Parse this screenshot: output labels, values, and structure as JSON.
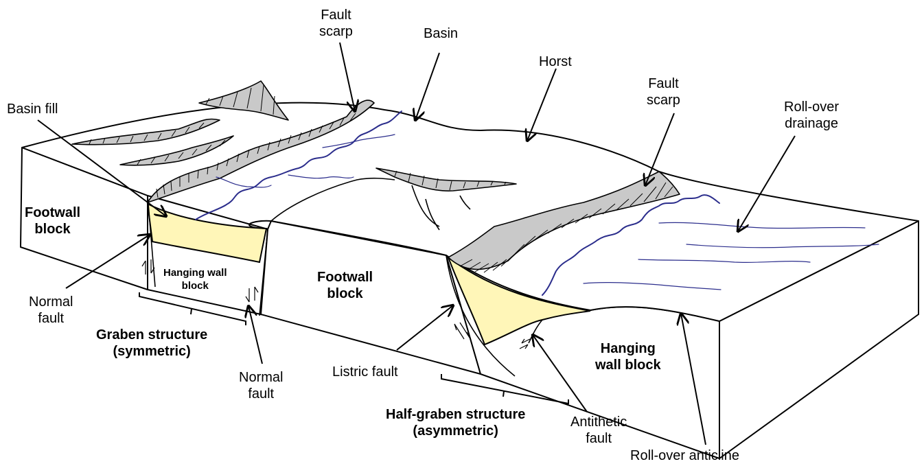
{
  "labels": {
    "fault_scarp_top": [
      "Fault",
      "scarp"
    ],
    "basin": "Basin",
    "horst": "Horst",
    "fault_scarp_right": [
      "Fault",
      "scarp"
    ],
    "basin_fill": "Basin fill",
    "rollover_drainage": [
      "Roll-over",
      "drainage"
    ],
    "footwall_left": [
      "Footwall",
      "block"
    ],
    "hanging_wall_left": [
      "Hanging wall",
      "block"
    ],
    "normal_fault_left": [
      "Normal",
      "fault"
    ],
    "graben": [
      "Graben structure",
      "(symmetric)"
    ],
    "normal_fault_bottom": [
      "Normal",
      "fault"
    ],
    "footwall_center": [
      "Footwall",
      "block"
    ],
    "listric_fault": "Listric fault",
    "half_graben": [
      "Half-graben structure",
      "(asymmetric)"
    ],
    "antithetic_fault": [
      "Antithetic",
      "fault"
    ],
    "hanging_wall_right": [
      "Hanging",
      "wall block"
    ],
    "rollover_anticline": "Roll-over anticline"
  },
  "colors": {
    "basin_fill": "#fff6b8",
    "scarp": "#c9c9c9",
    "river": "#2b2d8c",
    "outline": "#000000"
  }
}
